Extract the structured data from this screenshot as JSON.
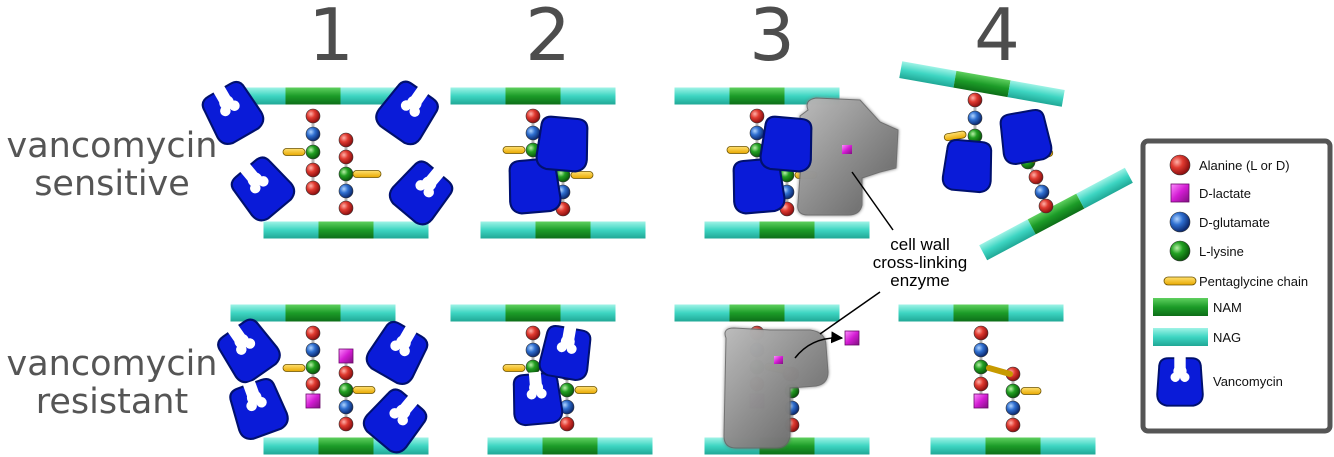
{
  "steps": [
    "1",
    "2",
    "3",
    "4"
  ],
  "rows": {
    "sensitive": "vancomycin\nsensitive",
    "resistant": "vancomycin\nresistant"
  },
  "callout": [
    "cell wall",
    "cross-linking",
    "enzyme"
  ],
  "legend": [
    {
      "key": "alanine",
      "label": "Alanine (L or D)",
      "color": "#d42a2a"
    },
    {
      "key": "d-lactate",
      "label": "D-lactate",
      "color": "#cc22cc"
    },
    {
      "key": "d-glutamate",
      "label": "D-glutamate",
      "color": "#1f5fbf"
    },
    {
      "key": "l-lysine",
      "label": "L-lysine",
      "color": "#169416"
    },
    {
      "key": "pentaglycine",
      "label": "Pentaglycine chain",
      "color": "#f4c21a"
    },
    {
      "key": "nam",
      "label": "NAM",
      "color": "#1a9c2a"
    },
    {
      "key": "nag",
      "label": "NAG",
      "color": "#3fd6c4"
    },
    {
      "key": "vancomycin",
      "label": "Vancomycin",
      "color": "#0a1bd8"
    }
  ],
  "colors": {
    "text": "#4d4d4d",
    "enzyme": "#8a8a8a",
    "legend_border": "#555555"
  }
}
